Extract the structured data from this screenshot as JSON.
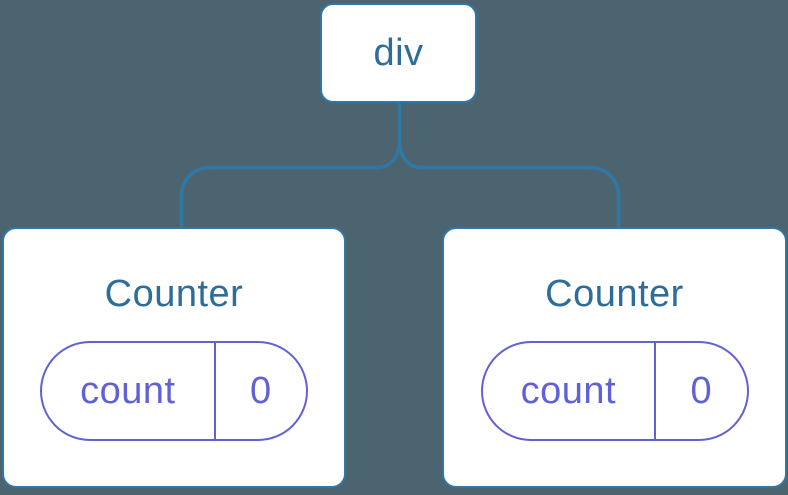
{
  "colors": {
    "background": "#4C6470",
    "connector": "#3077A5",
    "node_border": "#3077A5",
    "node_fill": "#ffffff",
    "heading_text": "#2D6D99",
    "state_accent": "#6161D6"
  },
  "tree": {
    "root": {
      "label": "div"
    },
    "children": [
      {
        "name": "Counter",
        "state": {
          "key": "count",
          "value": "0"
        }
      },
      {
        "name": "Counter",
        "state": {
          "key": "count",
          "value": "0"
        }
      }
    ]
  }
}
